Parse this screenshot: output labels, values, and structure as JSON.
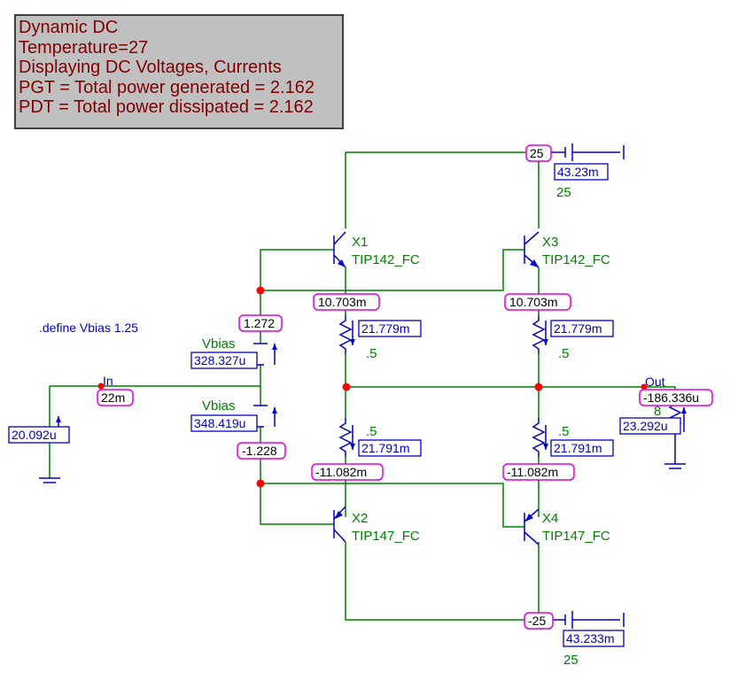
{
  "header": {
    "line1": "Dynamic DC",
    "line2": "Temperature=27",
    "line3": "Displaying DC Voltages, Currents",
    "line4": "PGT = Total power generated = 2.162",
    "line5": "PDT = Total power dissipated = 2.162"
  },
  "directive": ".define Vbias 1.25",
  "transistors": {
    "x1": {
      "ref": "X1",
      "model": "TIP142_FC"
    },
    "x2": {
      "ref": "X2",
      "model": "TIP147_FC"
    },
    "x3": {
      "ref": "X3",
      "model": "TIP142_FC"
    },
    "x4": {
      "ref": "X4",
      "model": "TIP147_FC"
    }
  },
  "resistors": {
    "r_top_left": {
      "value": ".5",
      "current": "21.779m"
    },
    "r_top_right": {
      "value": ".5",
      "current": "21.779m"
    },
    "r_bot_left": {
      "value": ".5",
      "current": "21.791m"
    },
    "r_bot_right": {
      "value": ".5",
      "current": "21.791m"
    },
    "r_load": {
      "value": "8",
      "current": "23.292u"
    }
  },
  "sources": {
    "vbias_top": {
      "label": "Vbias",
      "current": "328.327u"
    },
    "vbias_bot": {
      "label": "Vbias",
      "current": "348.419u"
    },
    "vpos": {
      "value": "25",
      "current": "43.23m"
    },
    "vneg": {
      "value": "25",
      "current": "43.233m"
    },
    "vin": {
      "current": "20.092u"
    }
  },
  "nodes": {
    "in_label": "In",
    "out_label": "Out",
    "v_pos_rail": "25",
    "v_neg_rail": "-25",
    "v_in": "22m",
    "v_out": "-186.336u",
    "v_bias_top": "1.272",
    "v_bias_bot": "-1.228",
    "v_x1_emitter": "10.703m",
    "v_x3_emitter": "10.703m",
    "v_x2_emitter": "-11.082m",
    "v_x4_emitter": "-11.082m"
  }
}
